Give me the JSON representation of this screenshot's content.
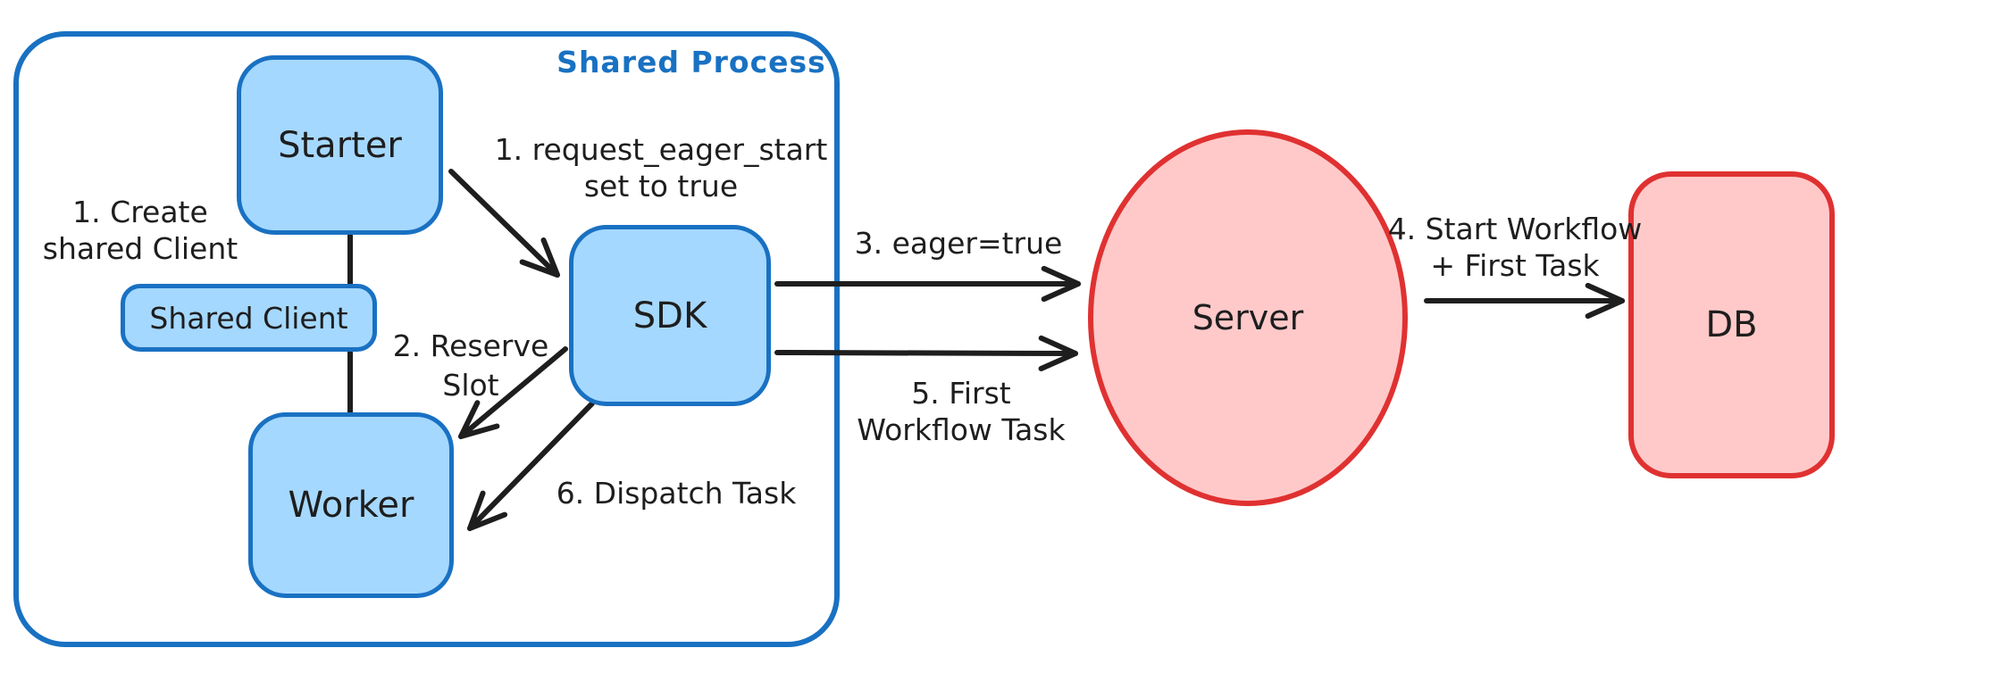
{
  "diagram": {
    "group_label": "Shared Process",
    "nodes": {
      "starter": {
        "label": "Starter"
      },
      "shared_client": {
        "label": "Shared Client"
      },
      "worker": {
        "label": "Worker"
      },
      "sdk": {
        "label": "SDK"
      },
      "server": {
        "label": "Server"
      },
      "db": {
        "label": "DB"
      }
    },
    "annotations": {
      "create_client": {
        "line1": "1. Create",
        "line2": "shared Client"
      },
      "request_eager_start": {
        "line1": "1. request_eager_start",
        "line2": "set to true"
      },
      "reserve_slot": {
        "line1": "2. Reserve",
        "line2": "Slot"
      },
      "eager_true": {
        "text": "3. eager=true"
      },
      "start_workflow": {
        "line1": "4. Start Workflow",
        "line2": "+ First Task"
      },
      "first_workflow_task": {
        "line1": "5. First",
        "line2": "Workflow Task"
      },
      "dispatch_task": {
        "text": "6. Dispatch Task"
      }
    },
    "colors": {
      "blue_stroke": "#1971c2",
      "blue_fill": "#a5d8ff",
      "red_stroke": "#e03131",
      "red_fill": "#ffc9c9",
      "ink": "#1e1e1e",
      "label_blue": "#1971c2"
    }
  }
}
